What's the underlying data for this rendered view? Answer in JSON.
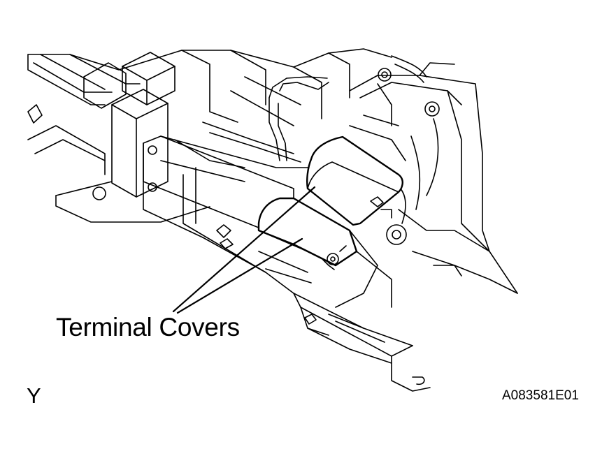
{
  "figure": {
    "callout_label": "Terminal Covers",
    "view_letter": "Y",
    "figure_code": "A083581E01"
  },
  "colors": {
    "line": "#000000",
    "background": "#ffffff"
  }
}
